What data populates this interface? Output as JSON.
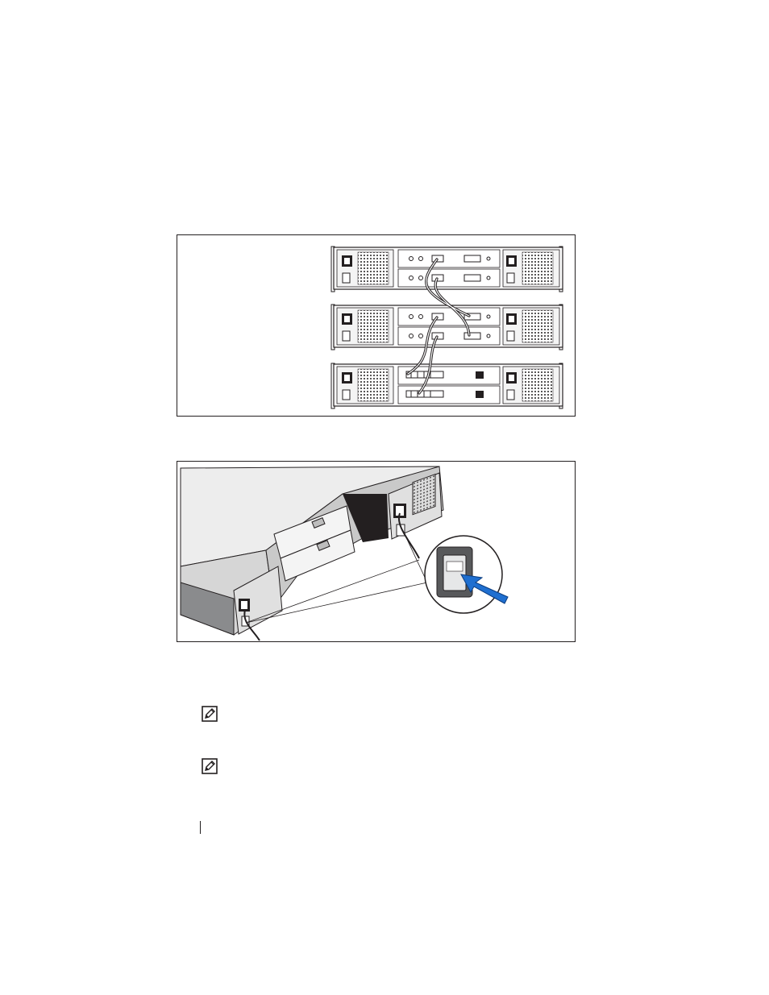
{
  "document": {
    "figures": [
      {
        "id": "expansion-enclosure-cabling",
        "icon": "rack-cabling-diagram"
      },
      {
        "id": "power-switch-on",
        "icon": "power-switch-illustration"
      }
    ],
    "notes": [
      {
        "icon": "note-pencil-icon"
      },
      {
        "icon": "note-pencil-icon"
      }
    ],
    "colors": {
      "line": "#231f20",
      "arrow": "#1f6fd0",
      "metal": "#e8e8e8",
      "shadow": "#6d6e71"
    }
  }
}
